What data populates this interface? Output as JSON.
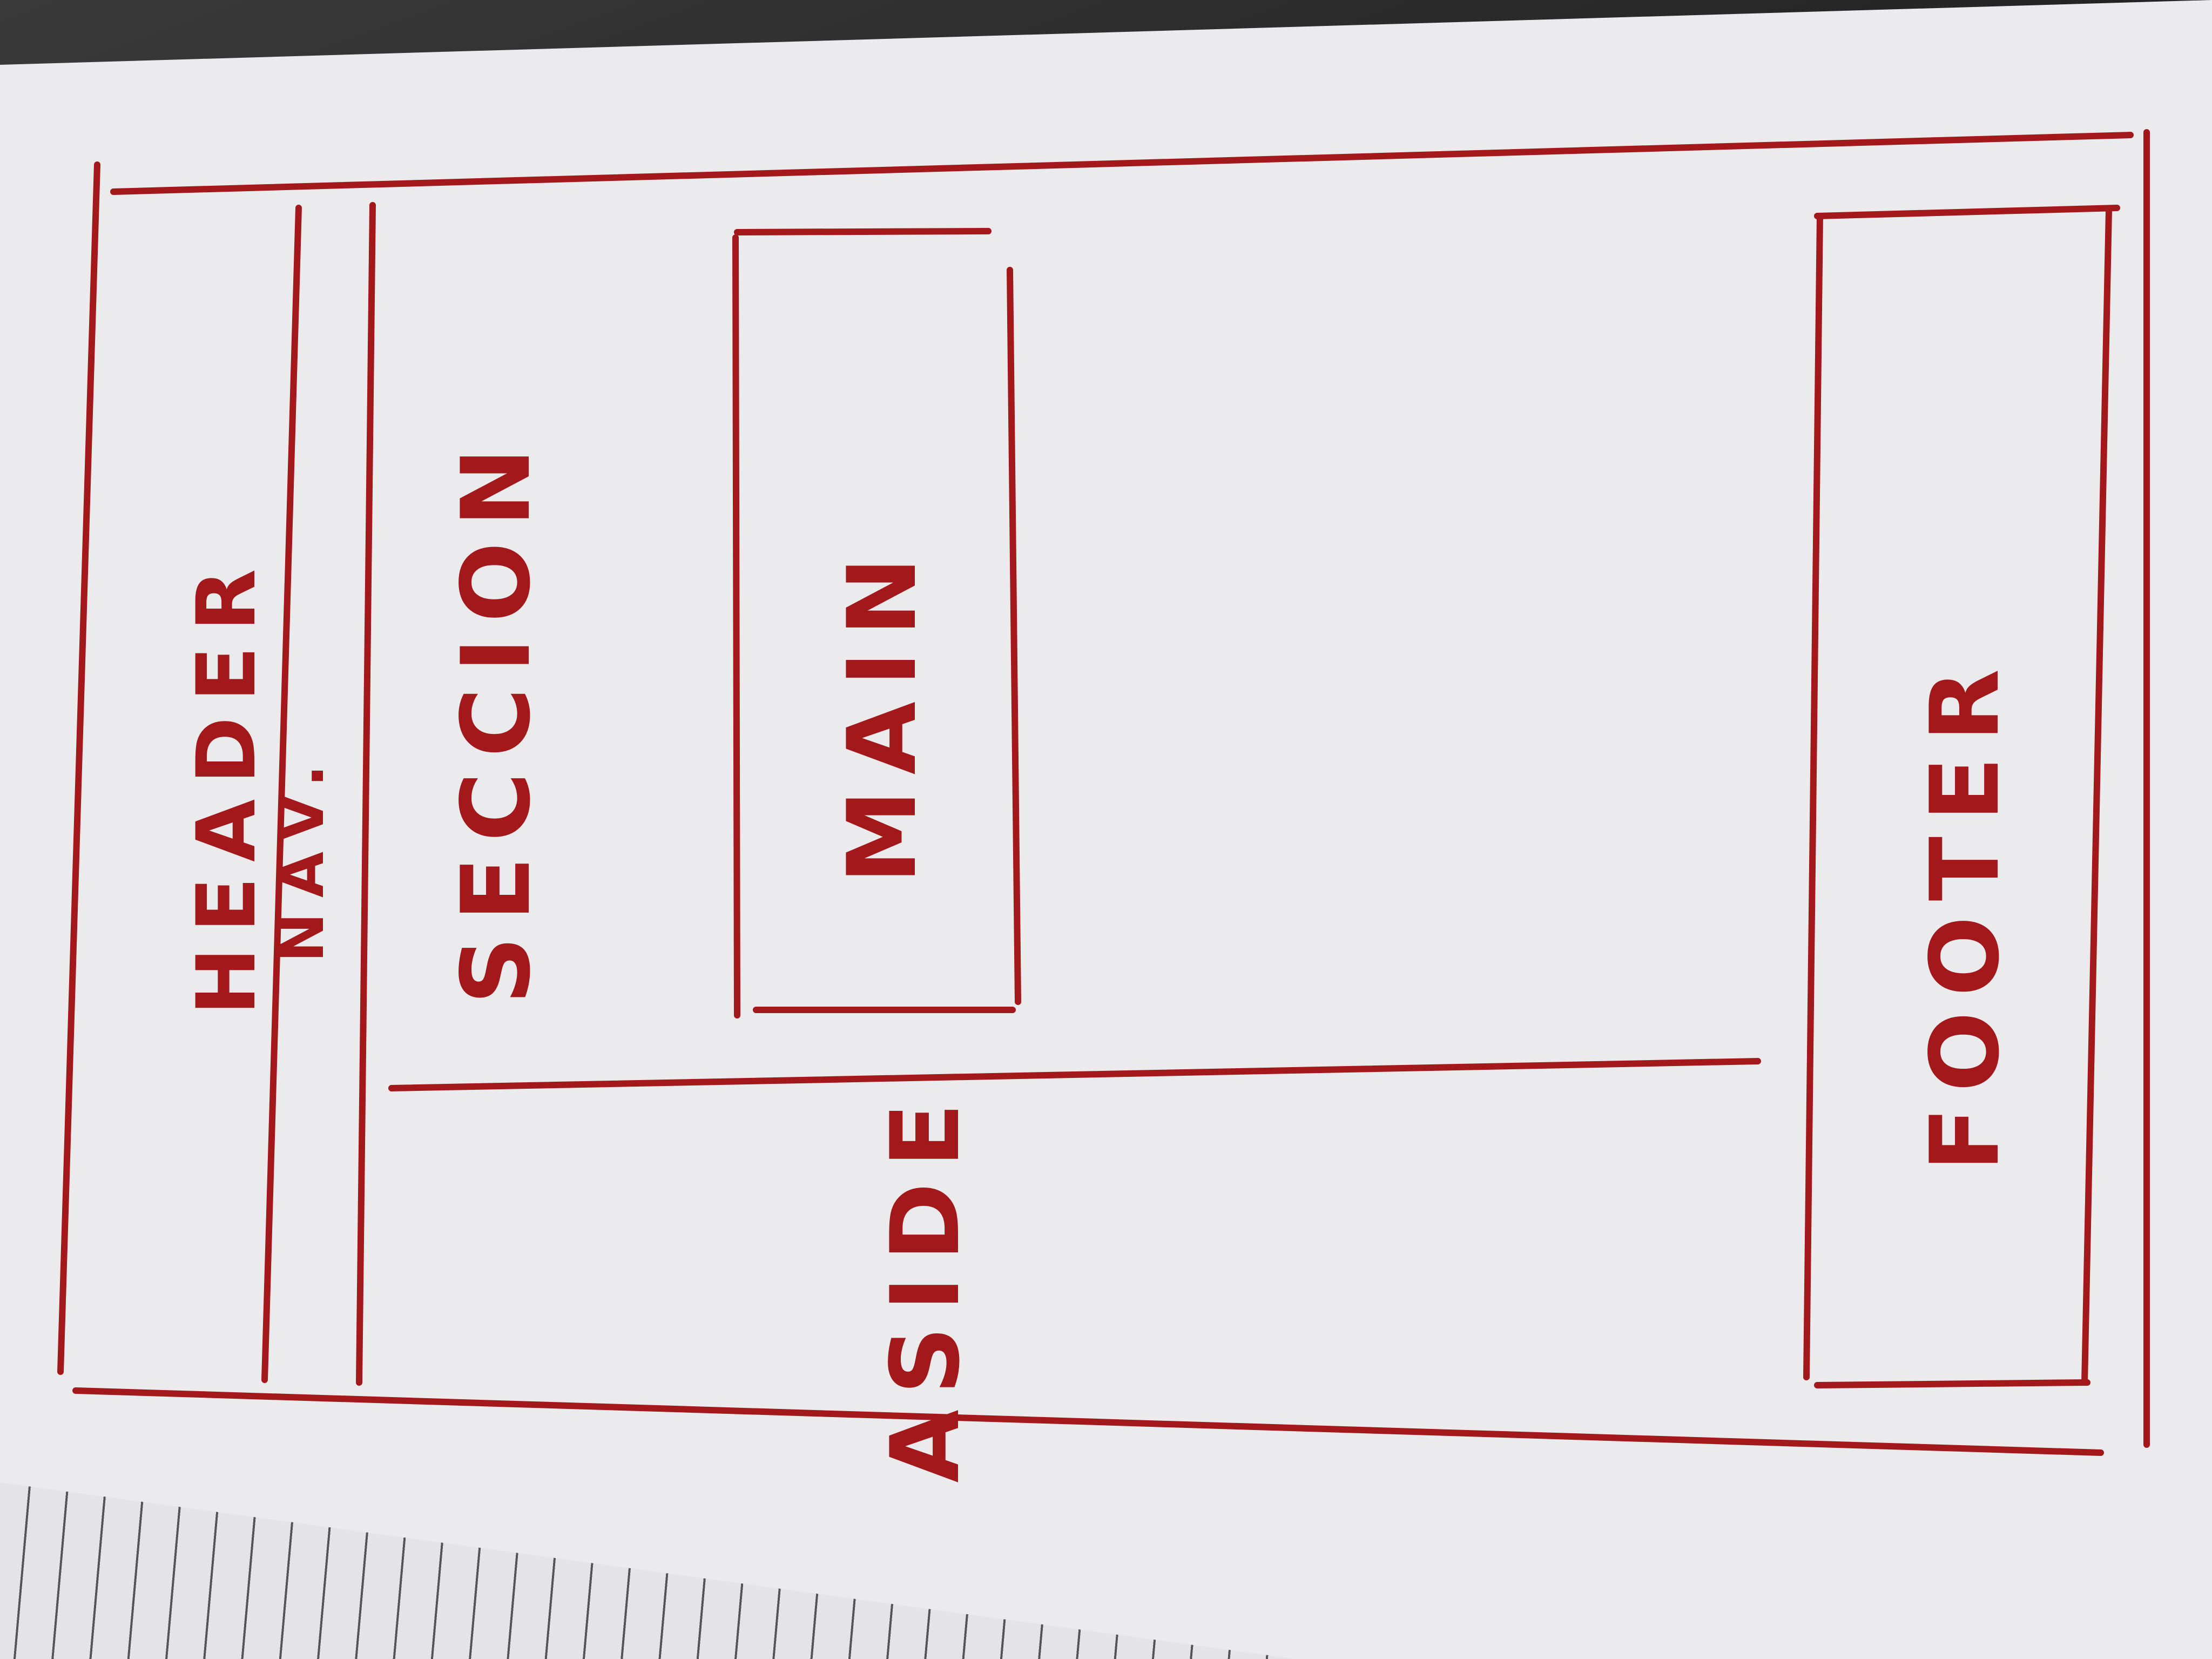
{
  "diagram": {
    "boxes": [
      {
        "id": "header",
        "label": "HEADER"
      },
      {
        "id": "nav",
        "label": "NAV."
      },
      {
        "id": "seccion",
        "label": "SECCION"
      },
      {
        "id": "main",
        "label": "MAIN"
      },
      {
        "id": "aside",
        "label": "ASIDE"
      },
      {
        "id": "footer",
        "label": "FOOTER"
      }
    ]
  },
  "colors": {
    "ink": "#a3191b",
    "paper": "#ebebed"
  }
}
